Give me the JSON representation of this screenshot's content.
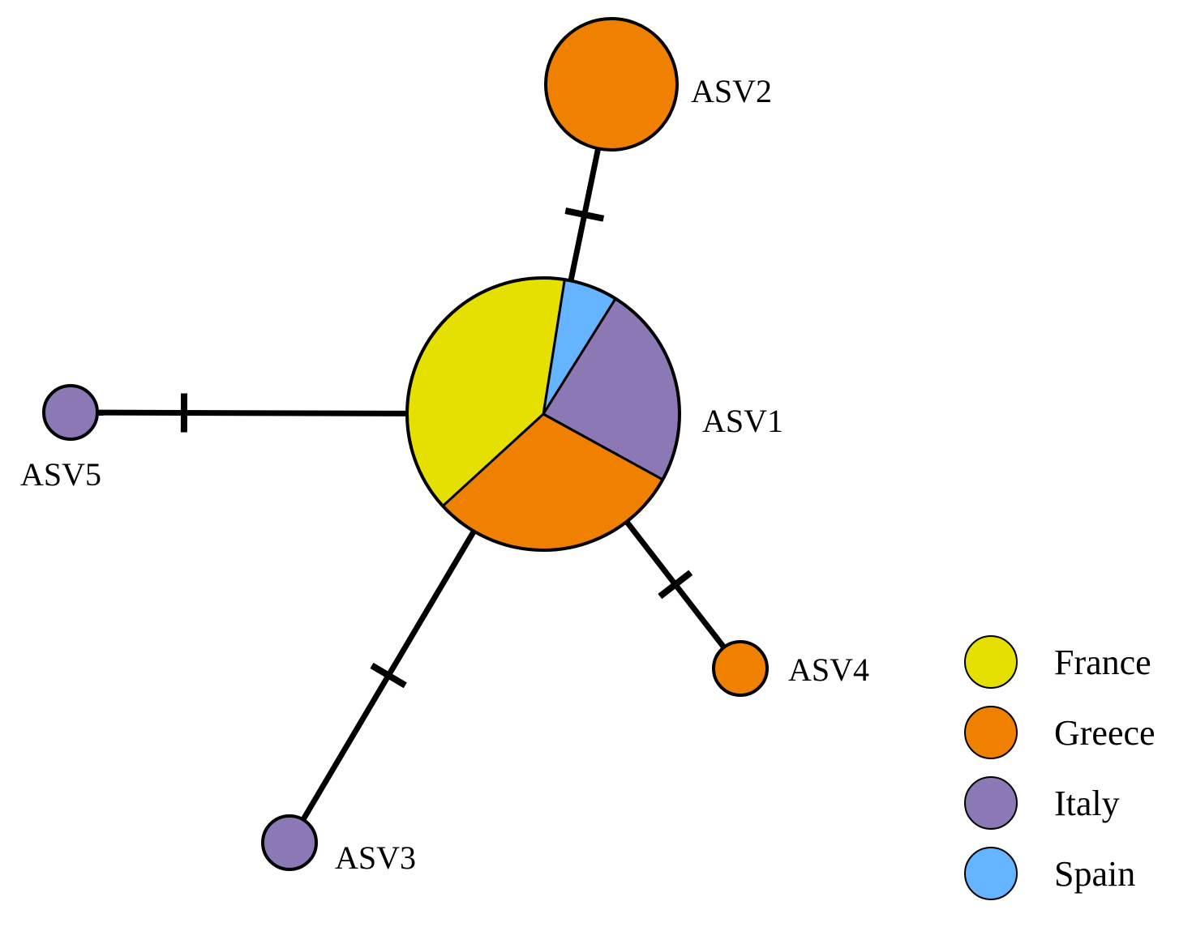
{
  "colors": {
    "France": "#E6E000",
    "Greece": "#F08000",
    "Italy": "#8C78B4",
    "Spain": "#64B4FF"
  },
  "nodes": [
    {
      "label": "ASV1",
      "pie": [
        {
          "group": "Spain",
          "fraction": 0.064
        },
        {
          "group": "Italy",
          "fraction": 0.241
        },
        {
          "group": "Greece",
          "fraction": 0.302
        },
        {
          "group": "France",
          "fraction": 0.393
        }
      ]
    },
    {
      "label": "ASV2",
      "pie": [
        {
          "group": "Greece",
          "fraction": 1
        }
      ]
    },
    {
      "label": "ASV3",
      "pie": [
        {
          "group": "Italy",
          "fraction": 1
        }
      ]
    },
    {
      "label": "ASV4",
      "pie": [
        {
          "group": "Greece",
          "fraction": 1
        }
      ]
    },
    {
      "label": "ASV5",
      "pie": [
        {
          "group": "Italy",
          "fraction": 1
        }
      ]
    }
  ],
  "edges": [
    {
      "from": "ASV1",
      "to": "ASV2",
      "mutations": 1
    },
    {
      "from": "ASV1",
      "to": "ASV5",
      "mutations": 1
    },
    {
      "from": "ASV1",
      "to": "ASV3",
      "mutations": 1
    },
    {
      "from": "ASV1",
      "to": "ASV4",
      "mutations": 1
    }
  ],
  "legend": [
    {
      "label": "France",
      "color": "#E6E000"
    },
    {
      "label": "Greece",
      "color": "#F08000"
    },
    {
      "label": "Italy",
      "color": "#8C78B4"
    },
    {
      "label": "Spain",
      "color": "#64B4FF"
    }
  ]
}
